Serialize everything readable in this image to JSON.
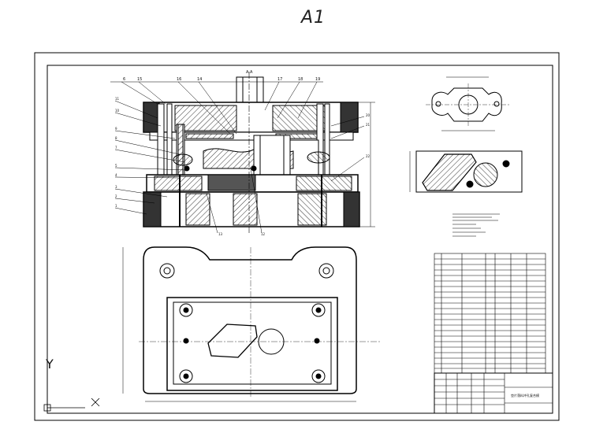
{
  "sheet": {
    "label": "A1"
  },
  "section_view": {
    "section_label": "A-A",
    "top_callouts": [
      "6",
      "15",
      "16",
      "14",
      "17",
      "18",
      "19"
    ],
    "left_callouts": [
      "11",
      "10",
      "9",
      "8",
      "7",
      "5",
      "4",
      "3",
      "2",
      "1"
    ],
    "right_callouts": [
      "20",
      "21",
      "22"
    ],
    "bottom_callouts": [
      "13",
      "12"
    ]
  },
  "axes": {
    "y_label": "Y",
    "x_label": "X"
  },
  "title_block": {
    "title": "垫片落料冲孔复合模"
  }
}
